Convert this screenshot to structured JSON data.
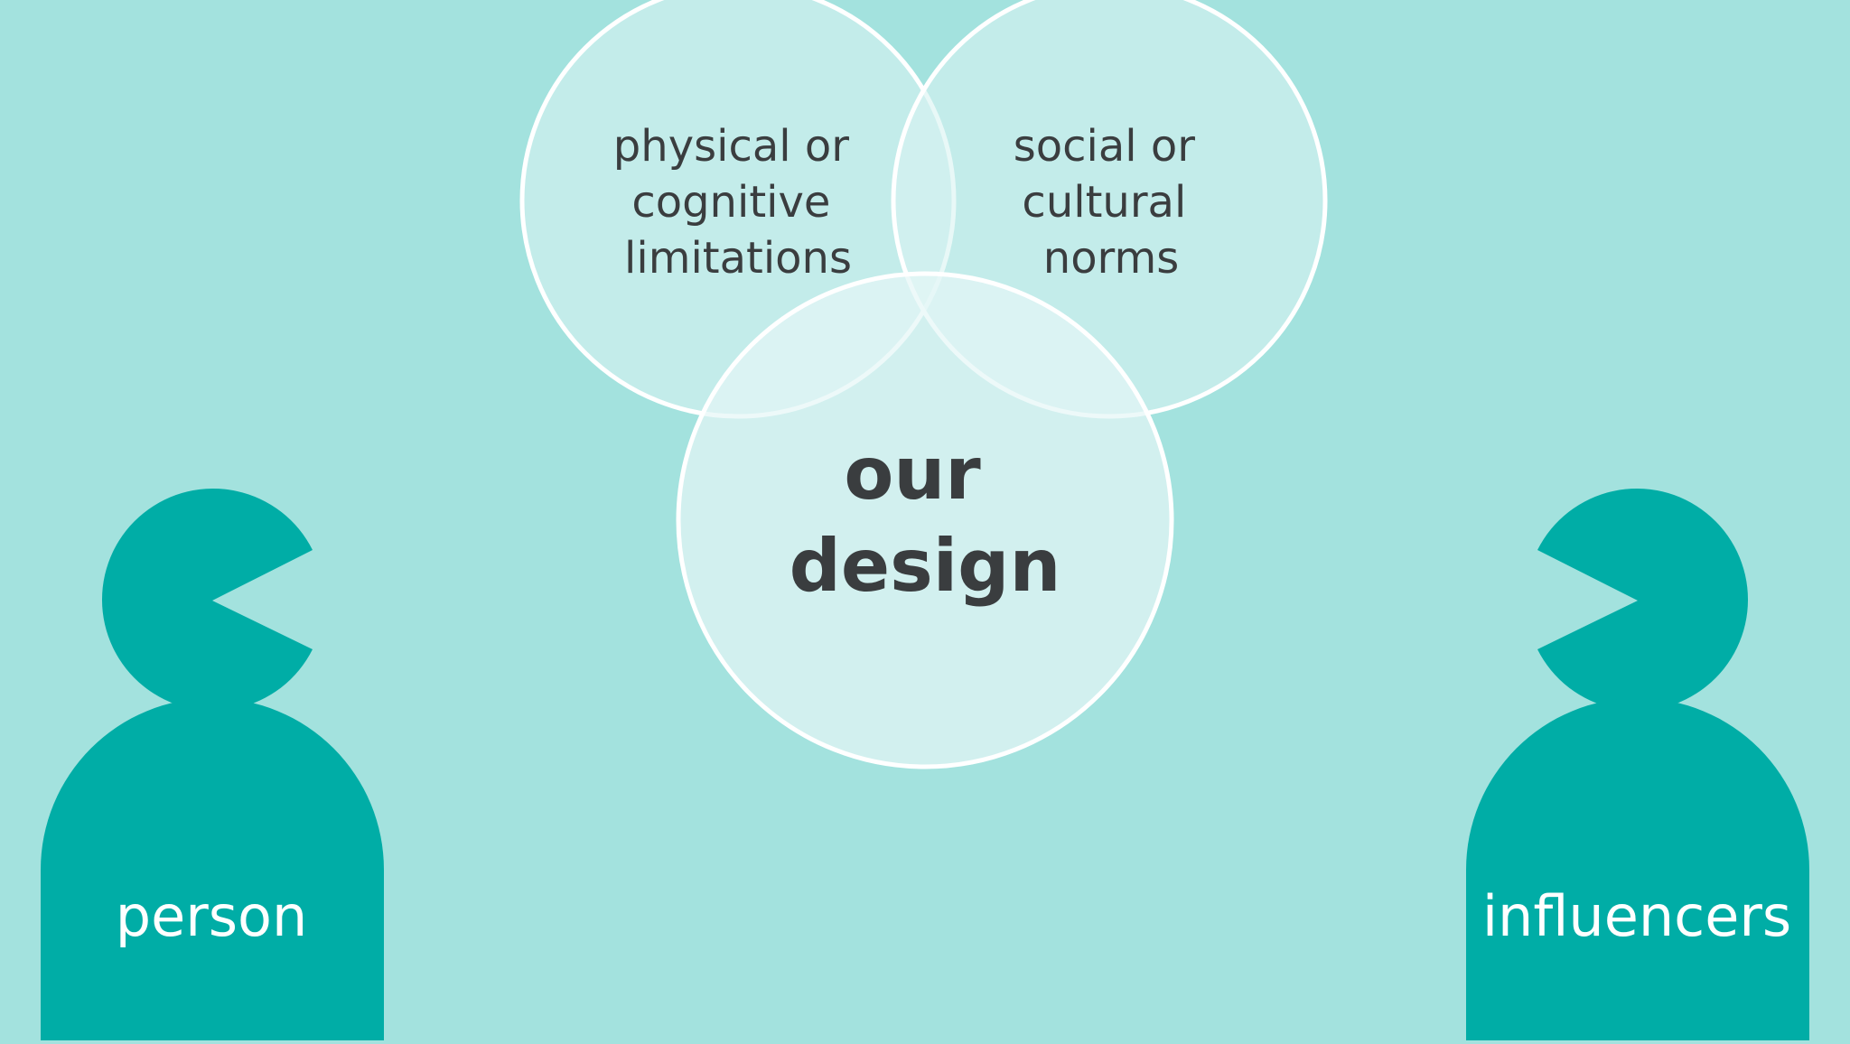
{
  "colors": {
    "background": "#a3e2de",
    "figure_fill": "#00ada6",
    "circle_fill": "#d9f3f1",
    "circle_stroke": "#ffffff",
    "dark_text": "#3a3d3f",
    "light_text": "#ffffff"
  },
  "venn": {
    "left_circle": {
      "lines": [
        "physical or",
        "cognitive",
        "limitations"
      ]
    },
    "right_circle": {
      "lines": [
        "social or",
        "cultural",
        "norms"
      ]
    },
    "bottom_circle": {
      "lines": [
        "our",
        "design"
      ]
    }
  },
  "figures": {
    "left": {
      "label": "person",
      "icon": "person-silhouette-icon"
    },
    "right": {
      "label": "influencers",
      "icon": "person-silhouette-icon"
    }
  }
}
